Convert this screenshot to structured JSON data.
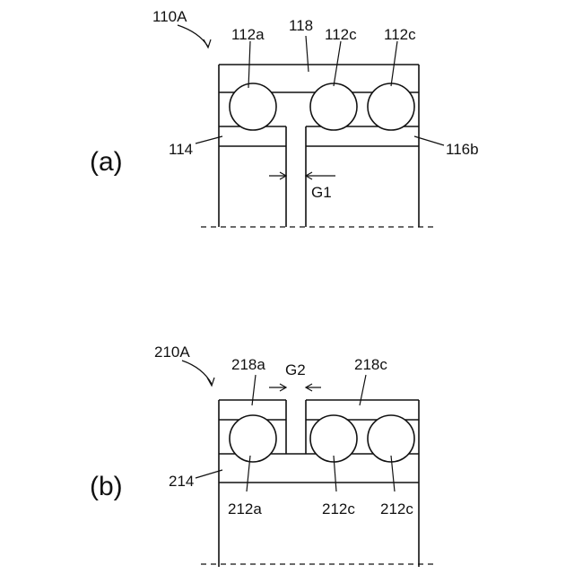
{
  "figure_a": {
    "panel_label": "(a)",
    "labels": {
      "assembly": "110A",
      "ring_top": "118",
      "ball_left": "112a",
      "ball_mid": "112c",
      "ball_right": "112c",
      "left_ring": "114",
      "right_ring": "116b",
      "gap": "G1"
    }
  },
  "figure_b": {
    "panel_label": "(b)",
    "labels": {
      "assembly": "210A",
      "ring_left": "218a",
      "gap": "G2",
      "ring_right": "218c",
      "left_ring": "214",
      "ball_left": "212a",
      "ball_mid": "212c",
      "ball_right": "212c"
    }
  }
}
